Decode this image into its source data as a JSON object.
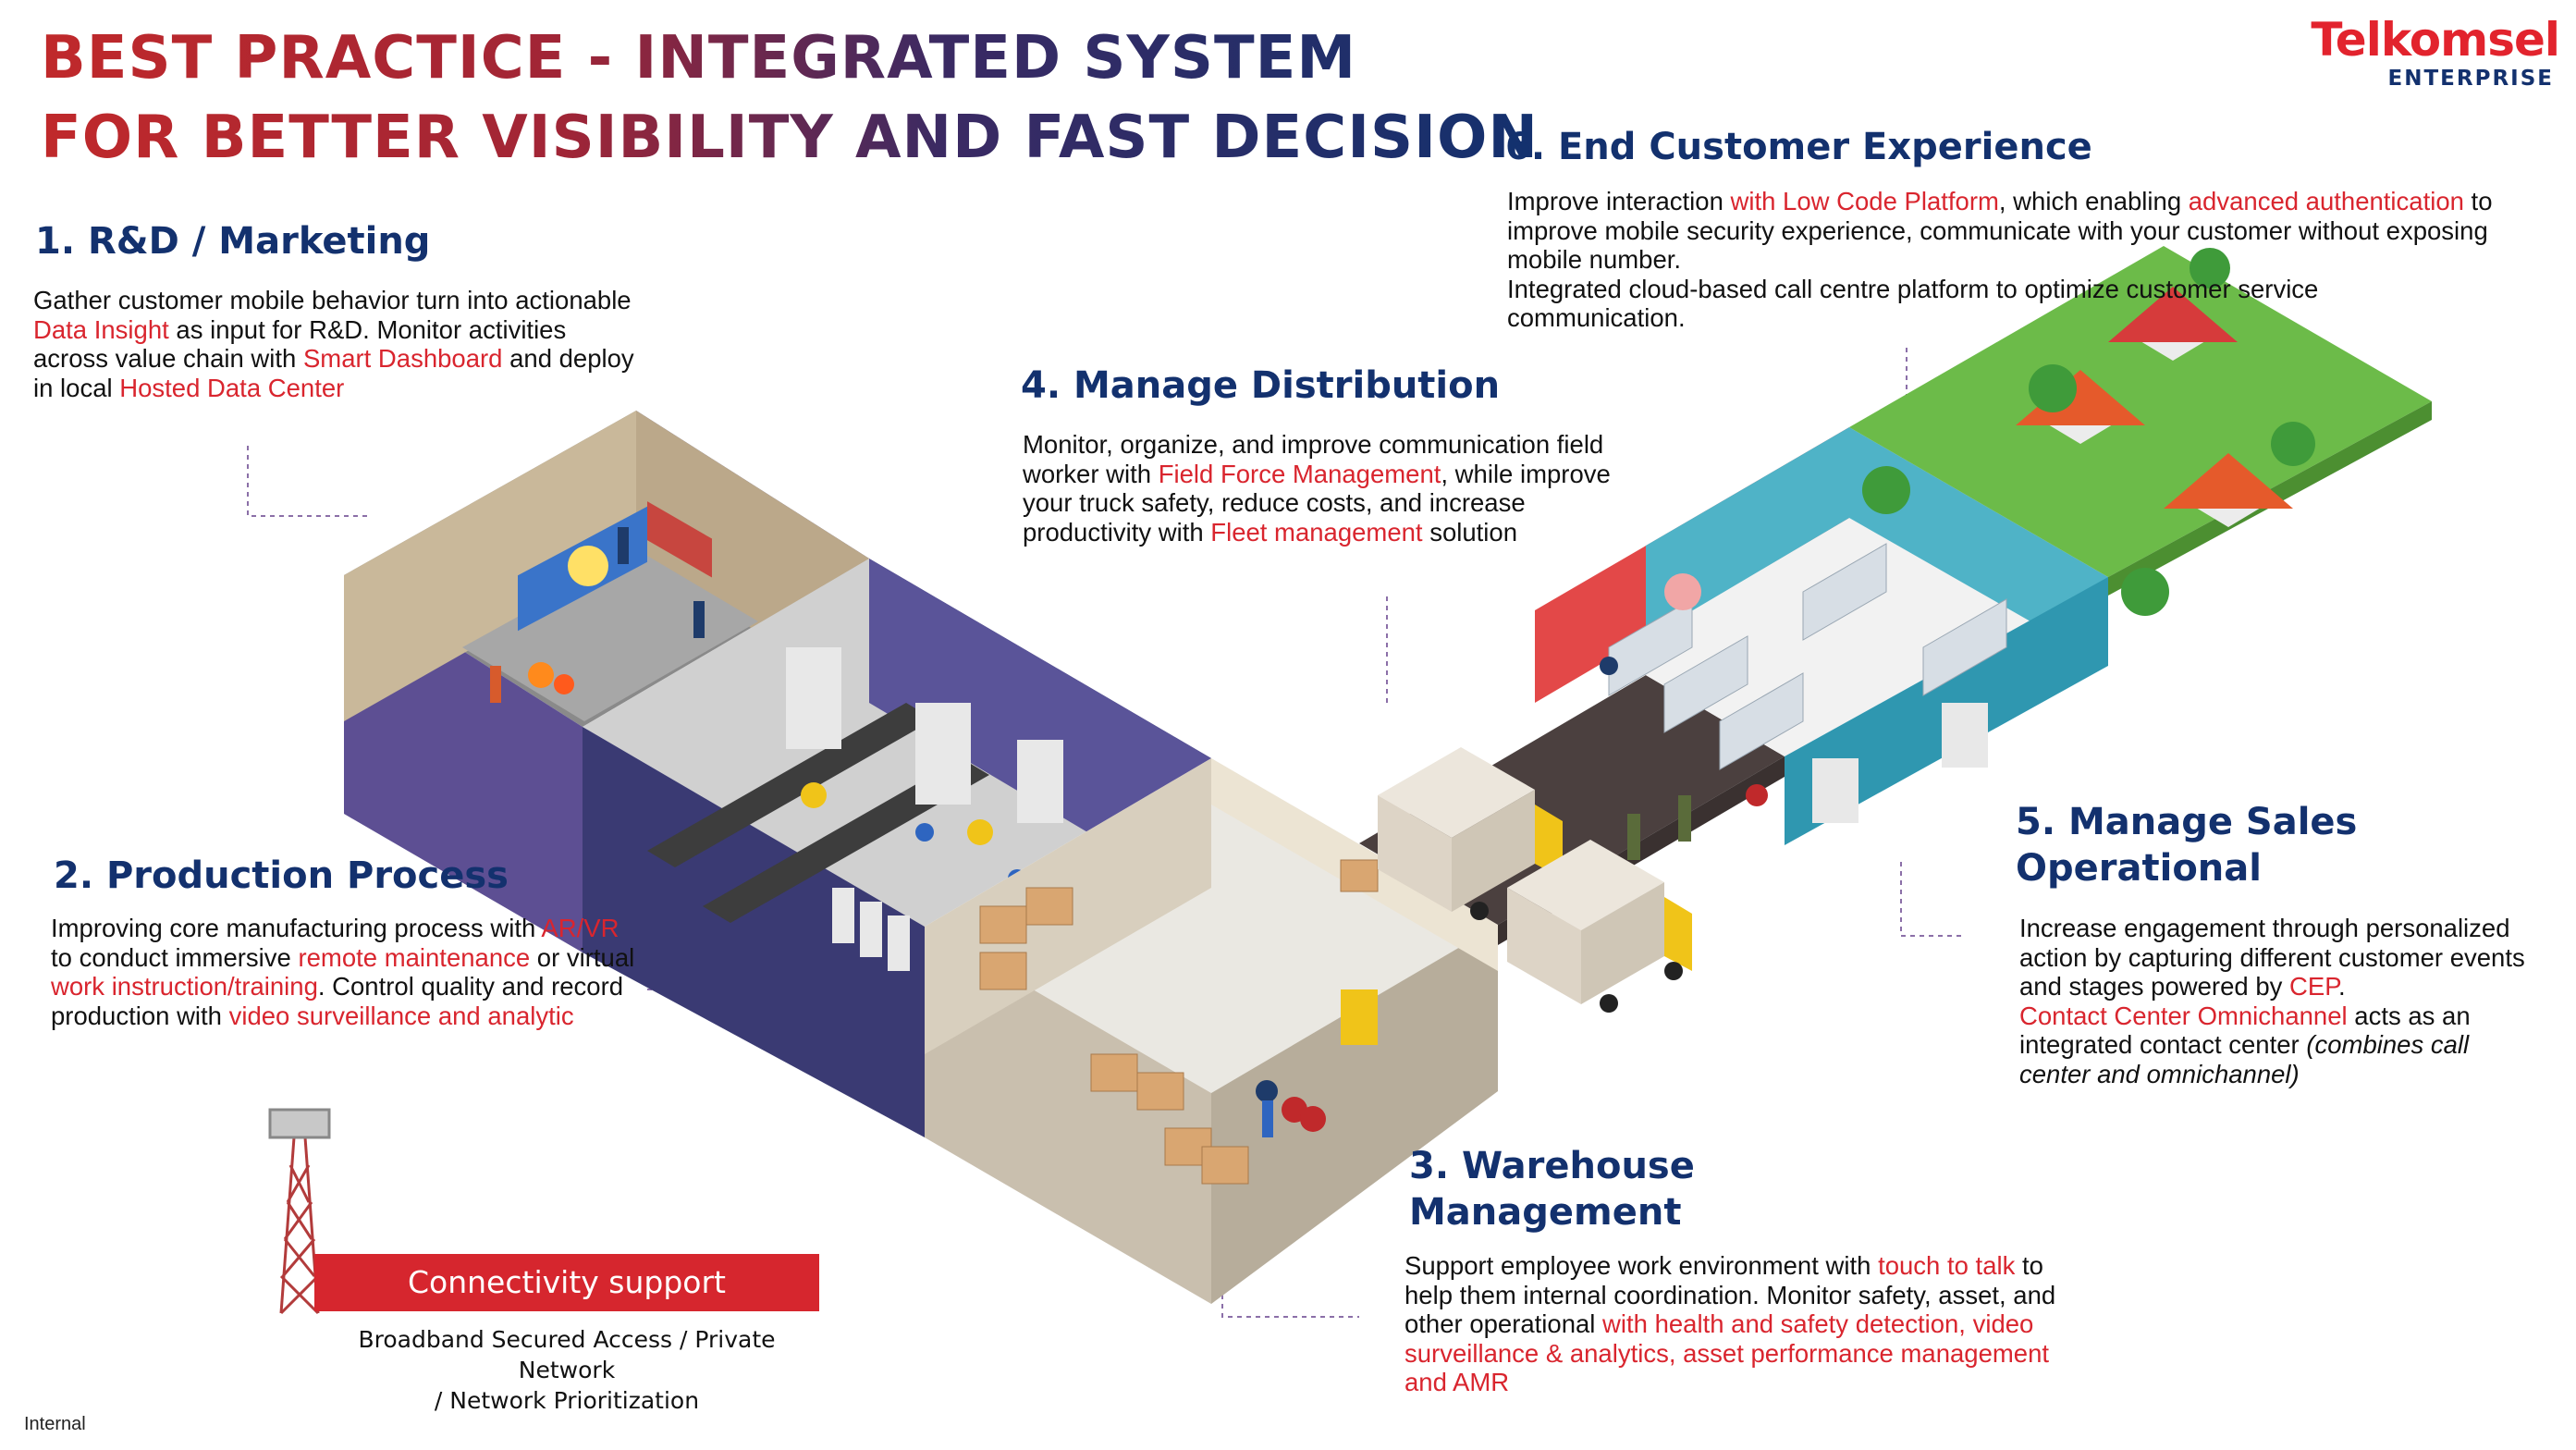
{
  "title": {
    "line1_part1": "BEST PRACTICE",
    "line1_part2": "- INTEGRATED SYSTEM",
    "line2": "FOR BETTER VISIBILITY AND FAST DECISION"
  },
  "logo": {
    "name": "Telkomsel",
    "sub": "ENTERPRISE"
  },
  "sections": {
    "rd": {
      "heading": "1.  R&D / Marketing",
      "t1": "Gather customer mobile behavior turn into actionable ",
      "h1": "Data Insight",
      "t2": " as input for R&D. Monitor activities across value chain with ",
      "h2": "Smart Dashboard",
      "t3": " and deploy in local ",
      "h3": "Hosted Data Center"
    },
    "production": {
      "heading": "2.  Production Process",
      "t1": "Improving core manufacturing process with ",
      "h1": "AR/VR",
      "t2": " to conduct immersive ",
      "h2": "remote maintenance",
      "t3": " or virtual ",
      "h3": "work instruction/training",
      "t4": ". Control quality and record production with ",
      "h4": "video surveillance and analytic"
    },
    "warehouse": {
      "heading_line1": "3.  Warehouse",
      "heading_line2": "Management",
      "t1": "Support employee work environment with ",
      "h1": "touch to talk",
      "t2": " to help them internal coordination. Monitor safety, asset, and other operational ",
      "h2": "with health and safety detection, video surveillance & analytics,  asset performance management and  AMR"
    },
    "distribution": {
      "heading": "4.  Manage Distribution",
      "t1": "Monitor, organize, and improve communication field worker with ",
      "h1": "Field Force Management",
      "t2": ", while improve your truck safety, reduce costs, and increase productivity with ",
      "h2": "Fleet management",
      "t3": " solution"
    },
    "sales": {
      "heading_line1": "5.  Manage Sales",
      "heading_line2": "Operational",
      "t1": "Increase engagement through personalized action by capturing different customer events and stages powered by ",
      "h1": "CEP",
      "t2": ".",
      "h2": "Contact Center Omnichannel",
      "t3": " acts as an integrated contact center ",
      "it1": "(combines call center and omnichannel)"
    },
    "experience": {
      "heading": "6.  End Customer Experience",
      "t1": "Improve interaction ",
      "h1": "with Low Code Platform",
      "t2": ", which enabling ",
      "h2": "advanced authentication",
      "t3": " to improve mobile security experience, communicate with your customer without exposing mobile number.",
      "t4": "Integrated cloud-based call centre platform to optimize customer service communication."
    }
  },
  "connectivity": {
    "label": "Connectivity support",
    "line1": "Broadband Secured Access / Private Network",
    "line2": "/ Network Prioritization"
  },
  "footer": {
    "classification": "Internal"
  },
  "colors": {
    "accent_red": "#d9252e",
    "navy": "#13316e"
  }
}
